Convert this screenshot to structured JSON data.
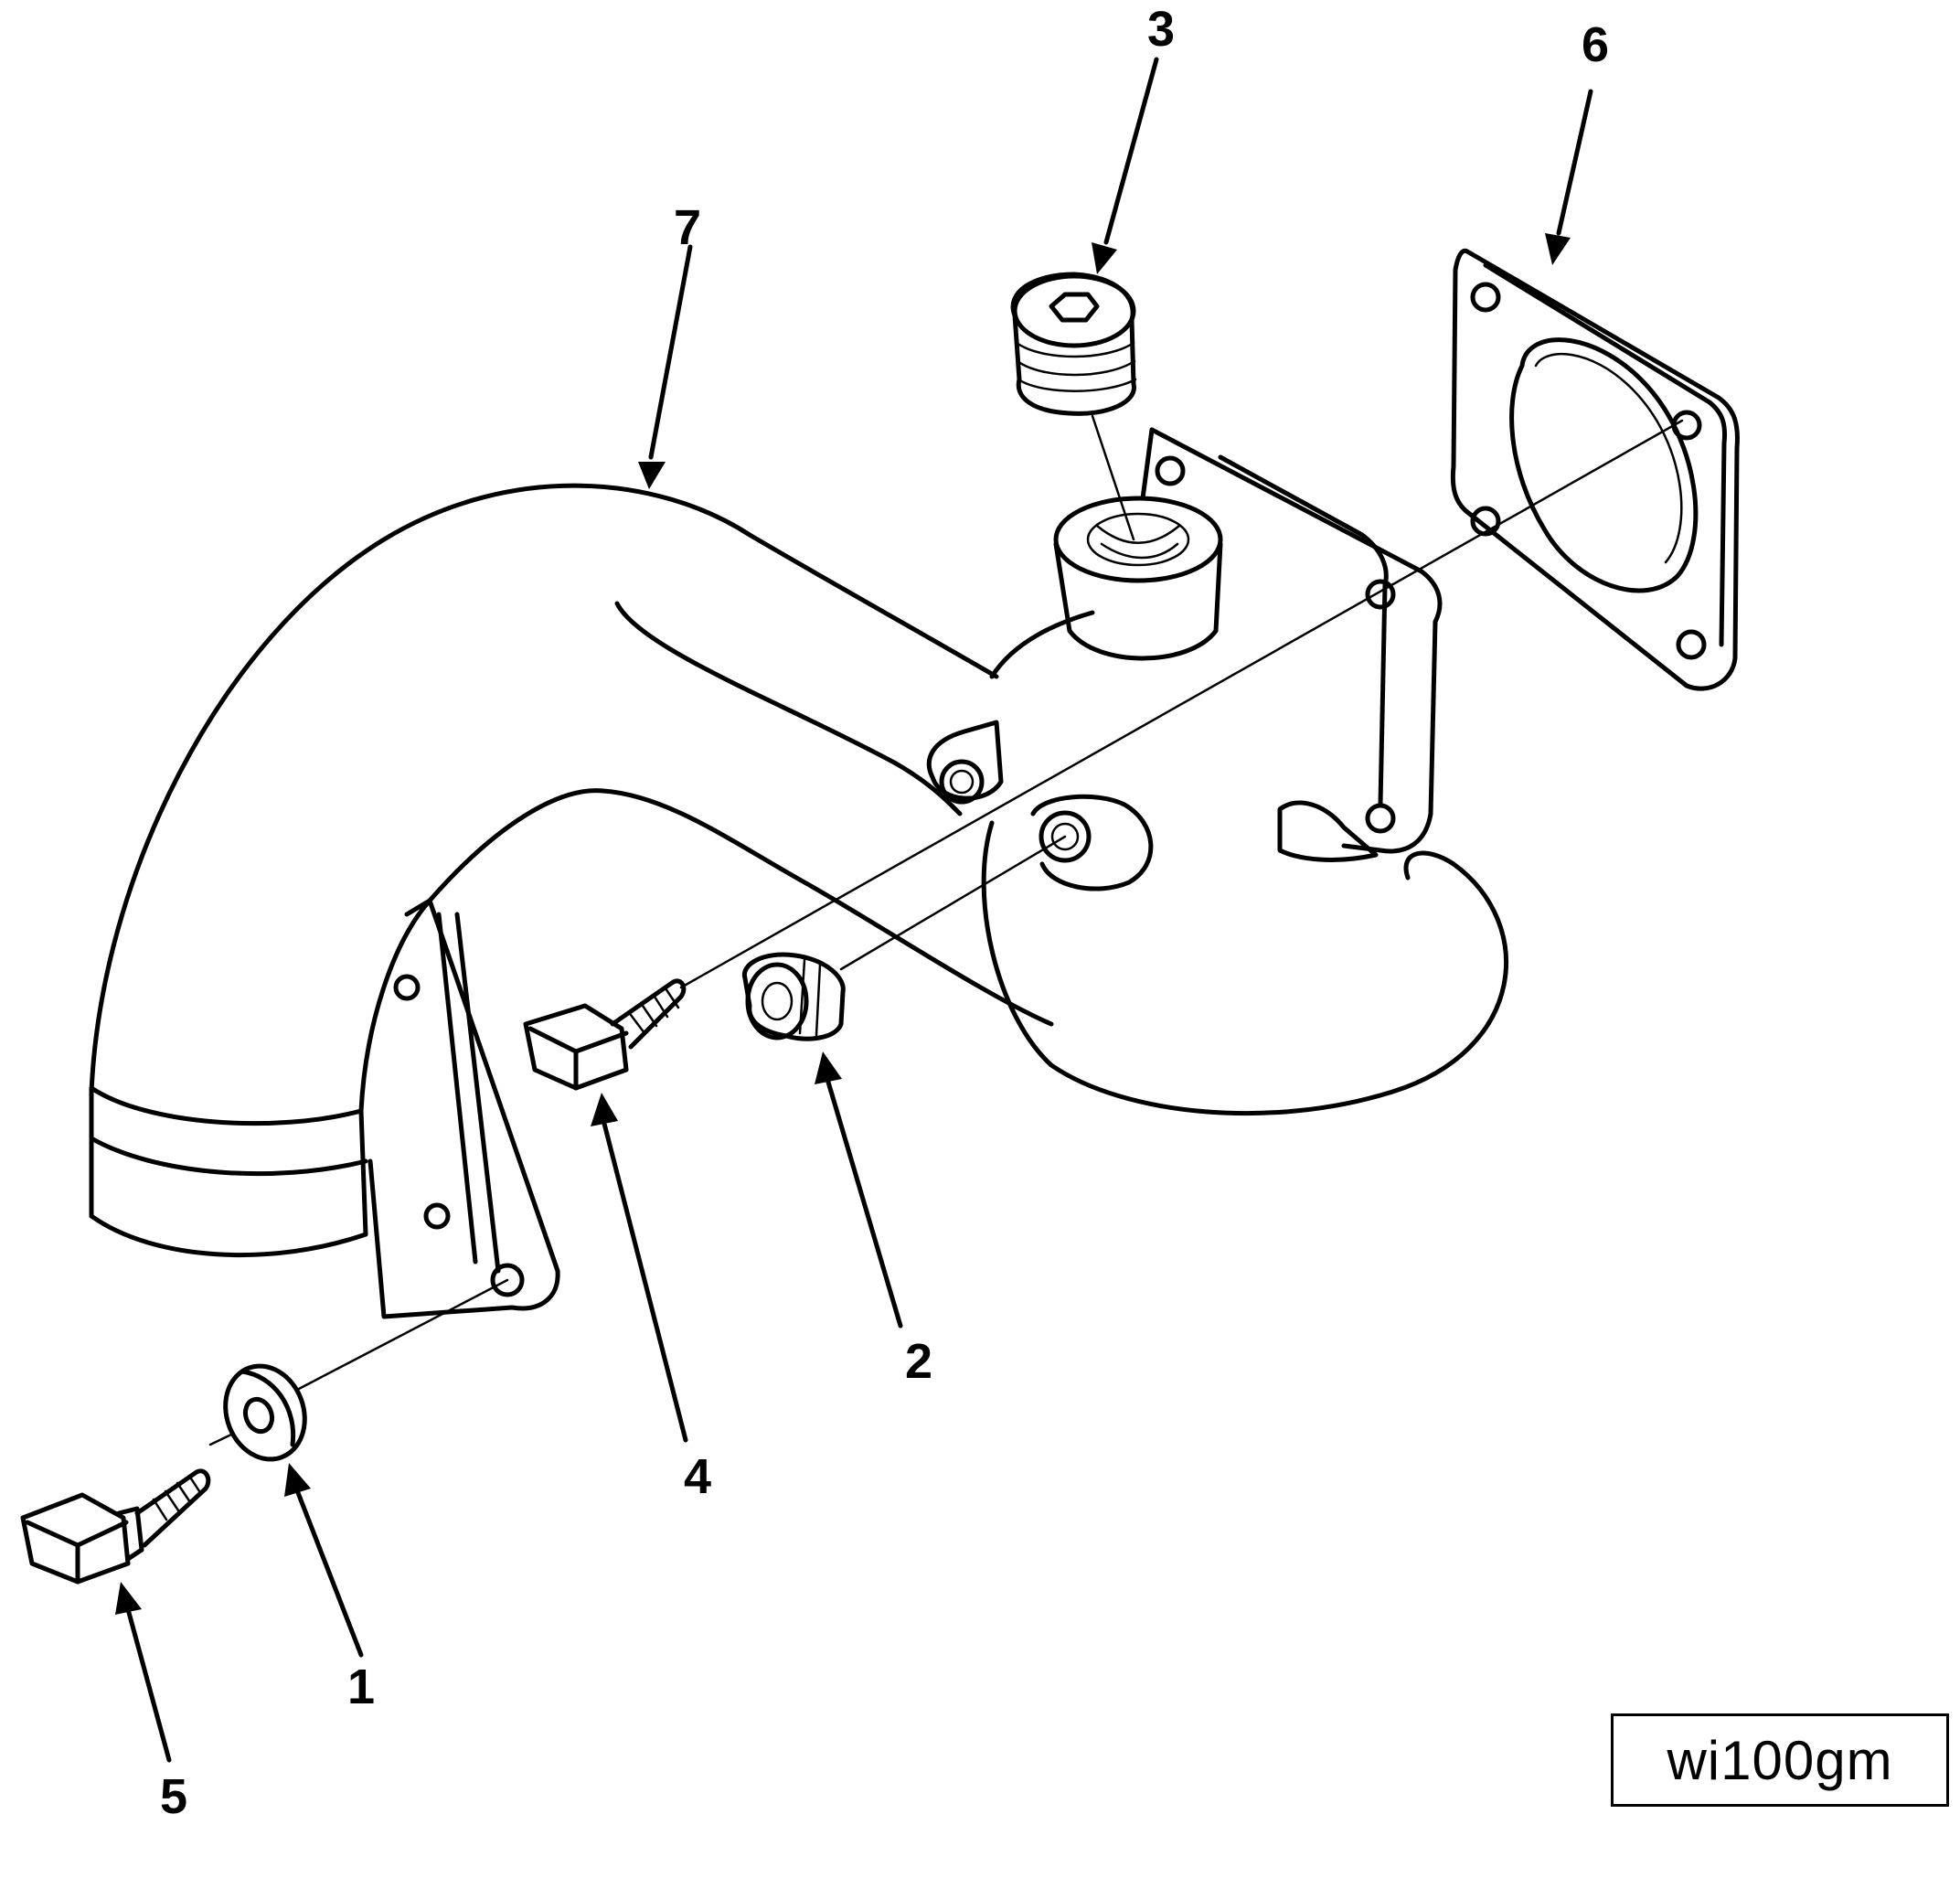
{
  "callouts": [
    {
      "id": "callout-1",
      "label": "1"
    },
    {
      "id": "callout-2",
      "label": "2"
    },
    {
      "id": "callout-3",
      "label": "3"
    },
    {
      "id": "callout-4",
      "label": "4"
    },
    {
      "id": "callout-5",
      "label": "5"
    },
    {
      "id": "callout-6",
      "label": "6"
    },
    {
      "id": "callout-7",
      "label": "7"
    }
  ],
  "figure_code": "wi100gm",
  "ink_color": "#000000",
  "paper_color": "#ffffff"
}
